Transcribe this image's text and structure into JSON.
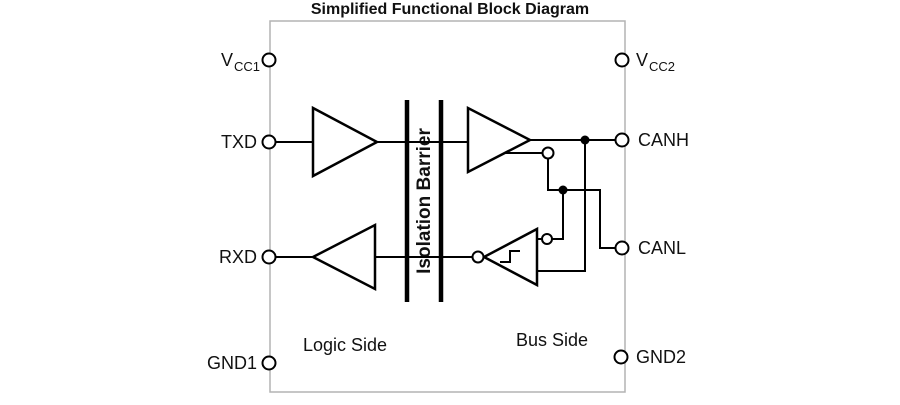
{
  "title": "Simplified Functional Block Diagram",
  "diagram": {
    "barrier_label": "Isolation Barrier",
    "logic_side_label": "Logic Side",
    "bus_side_label": "Bus Side",
    "pins": {
      "vcc1": {
        "main": "V",
        "sub": "CC1"
      },
      "txd": {
        "main": "TXD",
        "sub": ""
      },
      "rxd": {
        "main": "RXD",
        "sub": ""
      },
      "gnd1": {
        "main": "GND1",
        "sub": ""
      },
      "vcc2": {
        "main": "V",
        "sub": "CC2"
      },
      "canh": {
        "main": "CANH",
        "sub": ""
      },
      "canl": {
        "main": "CANL",
        "sub": ""
      },
      "gnd2": {
        "main": "GND2",
        "sub": ""
      }
    },
    "colors": {
      "line": "#000000",
      "chip_outline": "#b3b3b3",
      "background": "#ffffff"
    }
  }
}
